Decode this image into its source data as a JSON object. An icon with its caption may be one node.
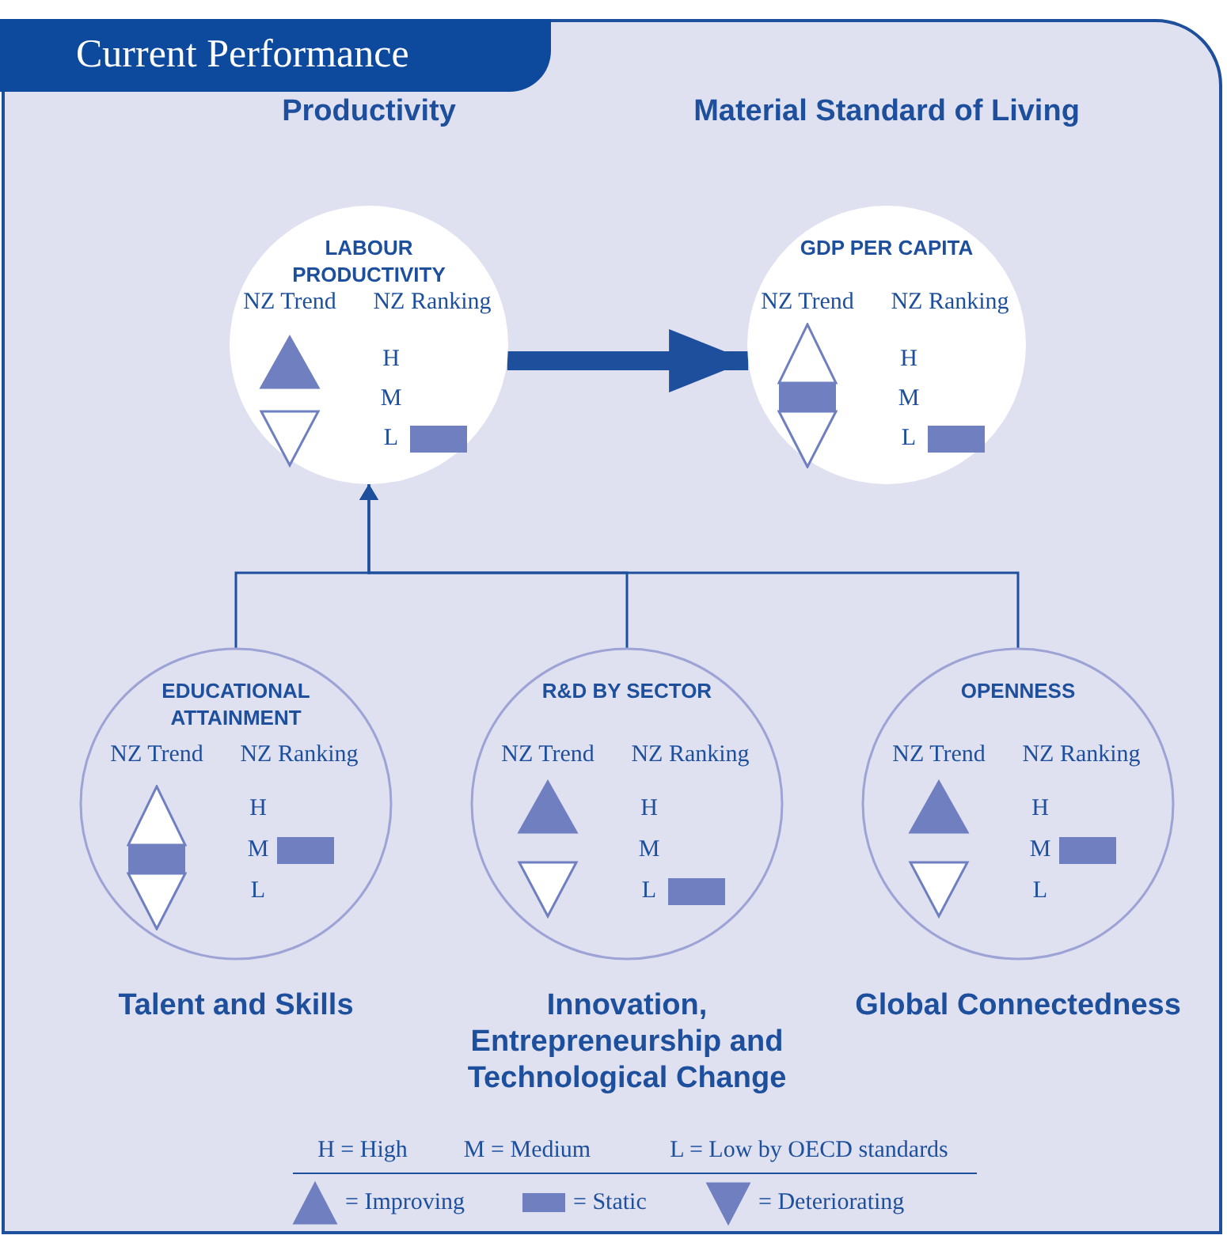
{
  "diagram": {
    "title": "Current Performance",
    "nodes": [
      {
        "text": [
          "Productivity",
          "LABOUR PRODUCTIVITY",
          "NZ Trend",
          "NZ Ranking",
          "H",
          "M",
          "L"
        ]
      },
      {
        "text": [
          "Material Standard of Living",
          "GDP PER CAPITA",
          "NZ Trend",
          "NZ Ranking",
          "H",
          "M",
          "L"
        ]
      },
      {
        "text": [
          "EDUCATIONAL ATTAINMENT",
          "NZ Trend",
          "NZ Ranking",
          "H",
          "M",
          "L",
          "Talent and Skills"
        ]
      },
      {
        "text": [
          "R&D BY SECTOR",
          "NZ Trend",
          "NZ Ranking",
          "H",
          "M",
          "L",
          "Innovation, Entrepreneurship and Technological Change"
        ]
      },
      {
        "text": [
          "OPENNESS",
          "NZ Trend",
          "NZ Ranking",
          "H",
          "M",
          "L",
          "Global Connectedness"
        ]
      }
    ],
    "edges": [
      {
        "from": 0,
        "to": 1,
        "arrow": "to",
        "style": "thick"
      },
      {
        "from": 2,
        "to": 0,
        "arrow": "to"
      },
      {
        "from": 3,
        "to": 0,
        "arrow": "to"
      },
      {
        "from": 4,
        "to": 0,
        "arrow": "to"
      }
    ],
    "labels": [
      "H = High",
      "M = Medium",
      "L = Low by OECD standards"
    ],
    "legend": [
      {
        "text": "= Improving"
      },
      {
        "text": "= Static"
      },
      {
        "text": "= Deteriorating"
      }
    ]
  }
}
